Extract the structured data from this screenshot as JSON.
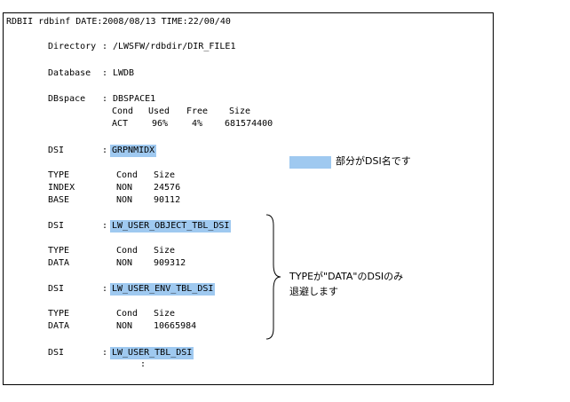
{
  "header": "RDBII rdbinf DATE:2008/08/13 TIME:22/00/40",
  "directory": {
    "label": "Directory",
    "value": "/LWSFW/rdbdir/DIR_FILE1"
  },
  "database": {
    "label": "Database",
    "value": "LWDB"
  },
  "dbspace": {
    "label": "DBspace",
    "value": "DBSPACE1",
    "headers": [
      "Cond",
      "Used",
      "Free",
      "Size"
    ],
    "row": [
      "ACT",
      "96%",
      "4%",
      "681574400"
    ]
  },
  "dsi_blocks": [
    {
      "label": "DSI",
      "name": "GRPNMIDX",
      "headers": [
        "TYPE",
        "Cond",
        "Size"
      ],
      "rows": [
        [
          "INDEX",
          "NON",
          "24576"
        ],
        [
          "BASE",
          "NON",
          "90112"
        ]
      ]
    },
    {
      "label": "DSI",
      "name": "LW_USER_OBJECT_TBL_DSI",
      "headers": [
        "TYPE",
        "Cond",
        "Size"
      ],
      "rows": [
        [
          "DATA",
          "NON",
          "909312"
        ]
      ]
    },
    {
      "label": "DSI",
      "name": "LW_USER_ENV_TBL_DSI",
      "headers": [
        "TYPE",
        "Cond",
        "Size"
      ],
      "rows": [
        [
          "DATA",
          "NON",
          "10665984"
        ]
      ]
    },
    {
      "label": "DSI",
      "name": "LW_USER_TBL_DSI"
    }
  ],
  "separator": ":",
  "continuation": ":",
  "legend_text": "部分がDSI名です",
  "brace_note_line1": "TYPEが\"DATA\"のDSIのみ",
  "brace_note_line2": "退避します",
  "colors": {
    "highlight": "#9fc9f0"
  }
}
